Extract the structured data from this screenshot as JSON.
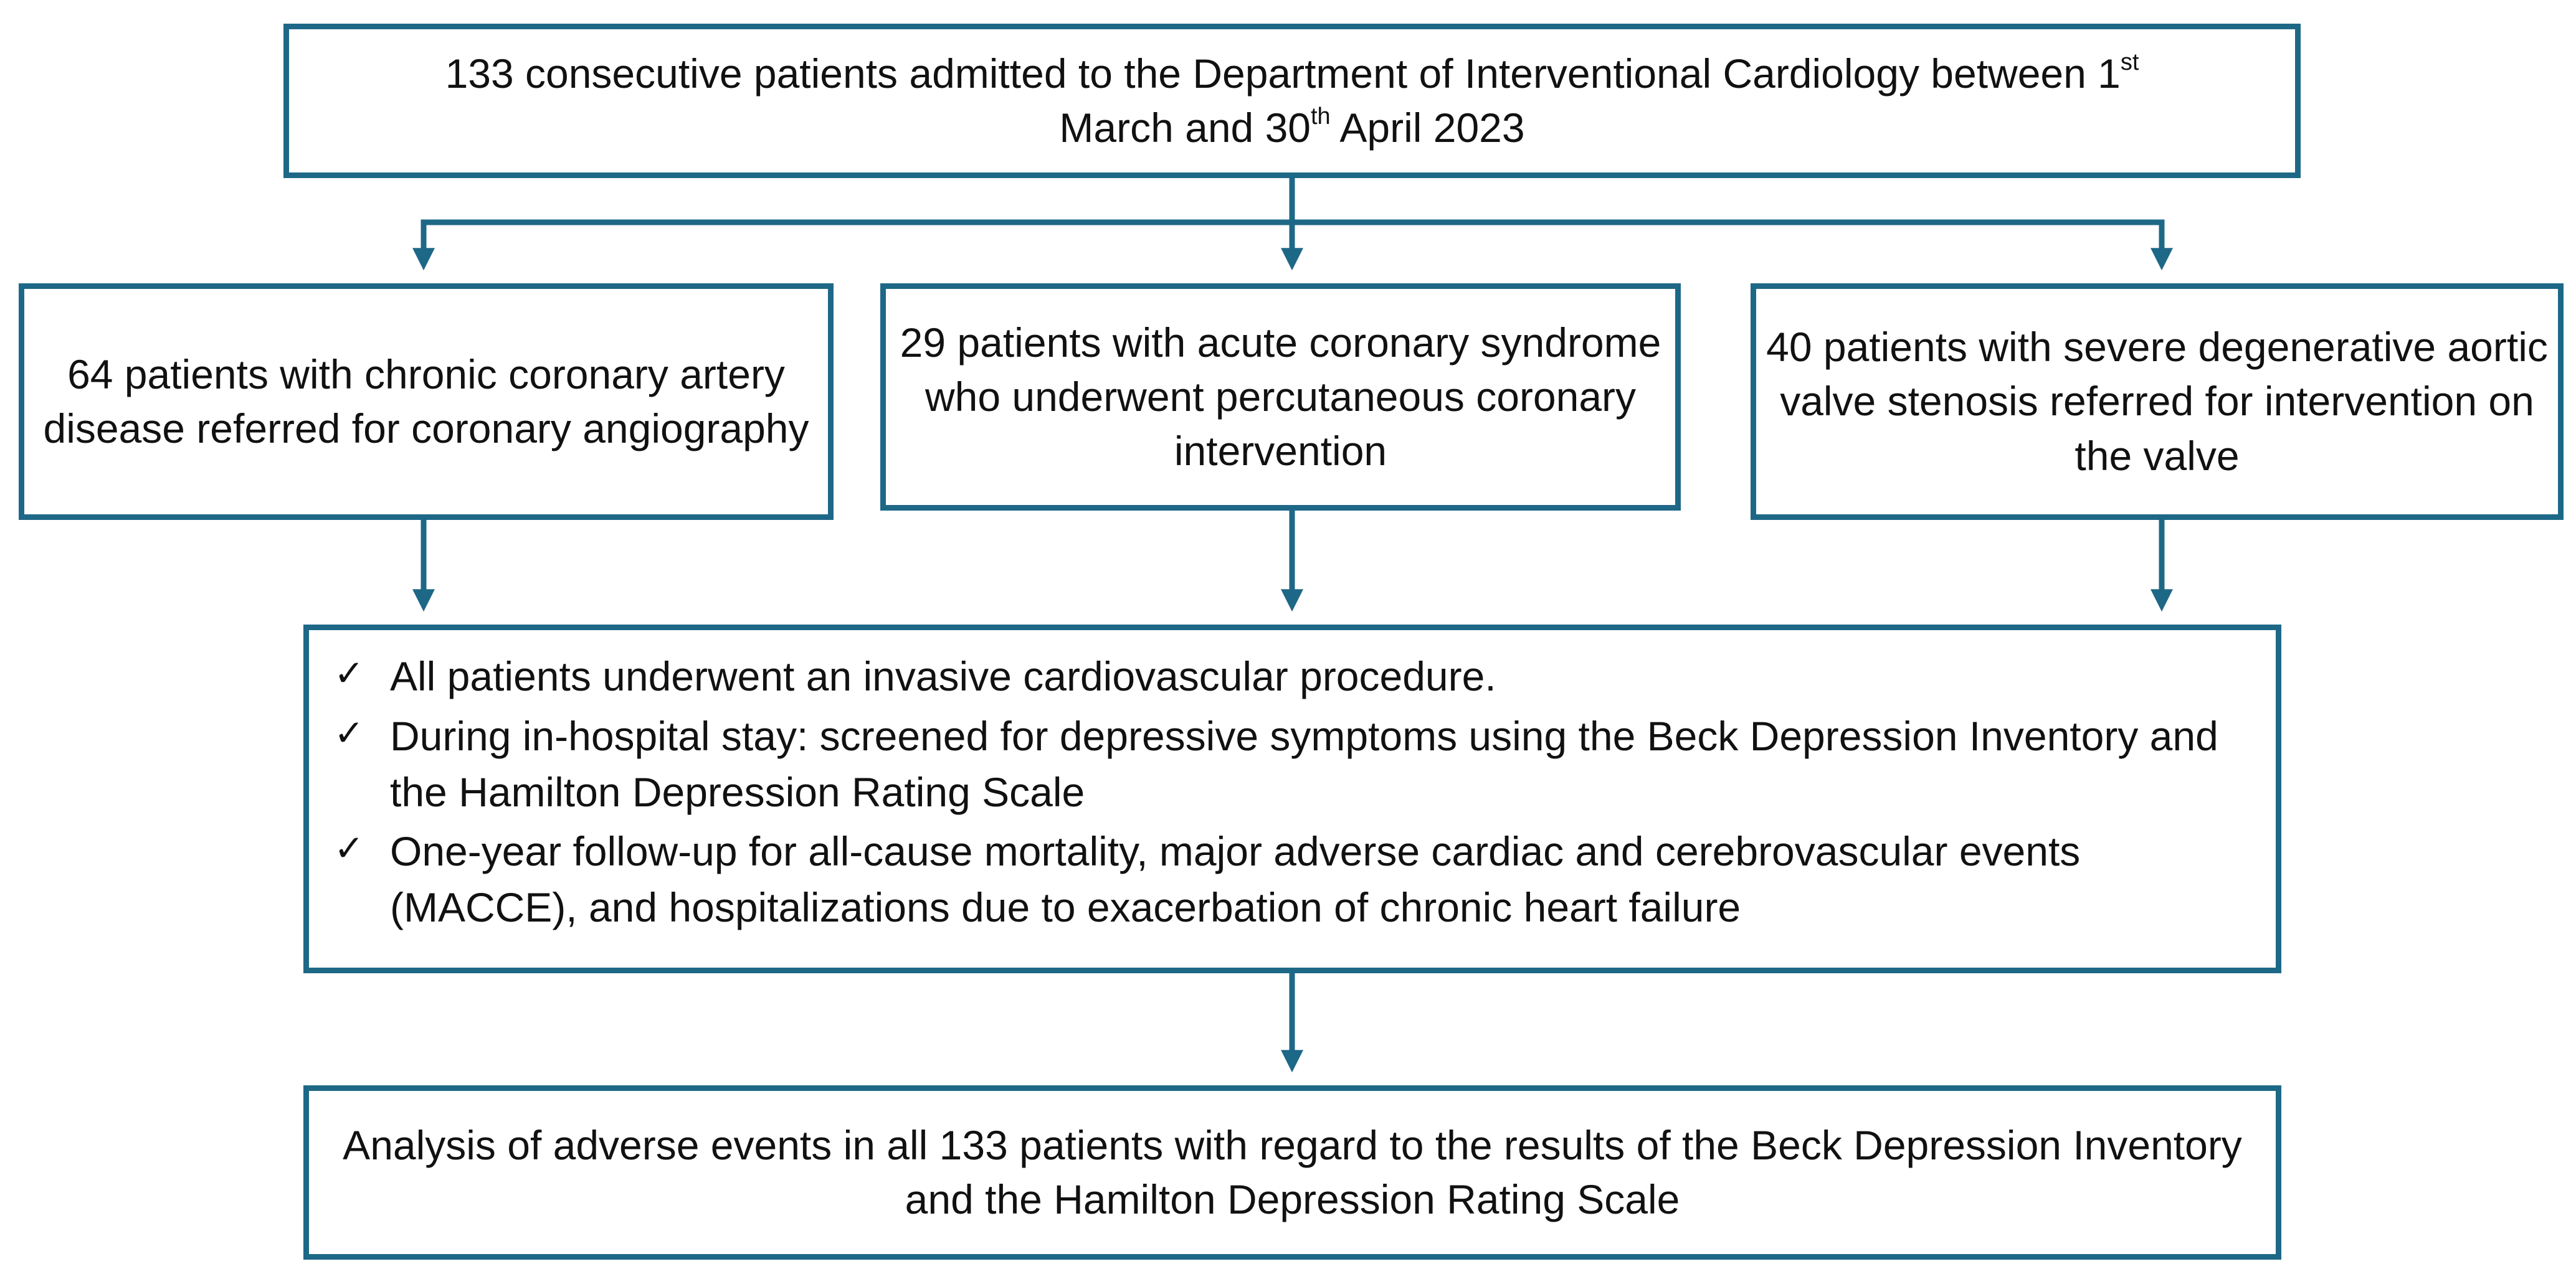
{
  "colors": {
    "border": "#1e6887",
    "arrow": "#1e6887",
    "text": "#111111",
    "background": "#ffffff"
  },
  "nodes": {
    "top": {
      "text_part1": "133 consecutive patients admitted to the Department of Interventional Cardiology between 1",
      "sup1": "st",
      "text_part2": "March and 30",
      "sup2": "th",
      "text_part3": " April 2023"
    },
    "ccad": {
      "text": "64 patients with chronic coronary artery disease referred for coronary angiography"
    },
    "acs": {
      "text": "29 patients with acute coronary syndrome who underwent percutaneous coronary intervention"
    },
    "aortic": {
      "text": "40 patients with severe degenerative aortic valve stenosis referred for intervention on the valve"
    },
    "procedures": {
      "check_icon": "check-icon",
      "items": [
        "All patients underwent an invasive cardiovascular procedure.",
        "During in-hospital stay: screened for depressive symptoms using the Beck Depression Inventory and the Hamilton Depression Rating Scale",
        "One-year follow-up for all-cause mortality, major adverse cardiac and cerebrovascular events (MACCE), and hospitalizations due to exacerbation of chronic heart failure"
      ]
    },
    "analysis": {
      "text": "Analysis of adverse events in all 133 patients with regard to the results of the Beck Depression Inventory and the Hamilton Depression Rating Scale"
    }
  },
  "edges": [
    {
      "from": "top",
      "to": "ccad"
    },
    {
      "from": "top",
      "to": "acs"
    },
    {
      "from": "top",
      "to": "aortic"
    },
    {
      "from": "ccad",
      "to": "procedures"
    },
    {
      "from": "acs",
      "to": "procedures"
    },
    {
      "from": "aortic",
      "to": "procedures"
    },
    {
      "from": "procedures",
      "to": "analysis"
    }
  ]
}
